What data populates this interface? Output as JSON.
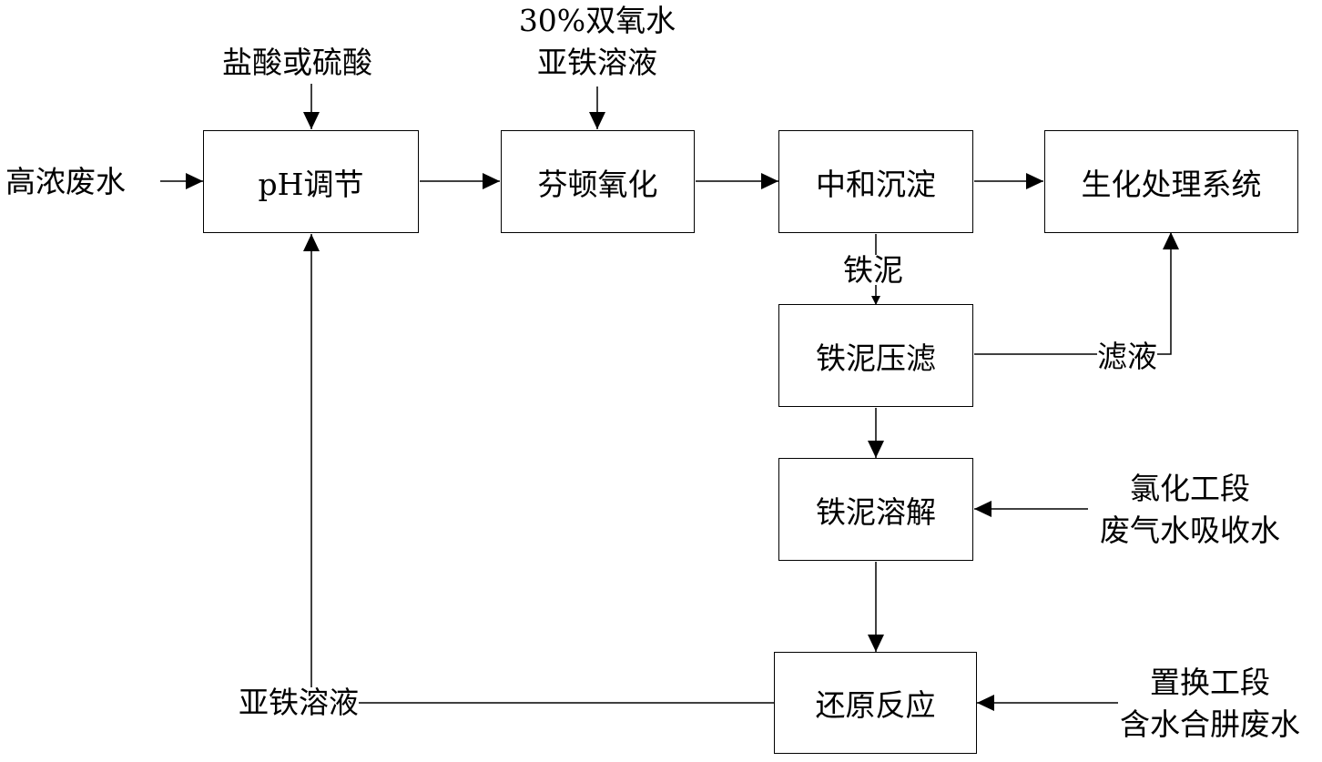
{
  "boxes": {
    "ph_adjust": "pH调节",
    "fenton": "芬顿氧化",
    "neutralize": "中和沉淀",
    "bio": "生化处理系统",
    "press": "铁泥压滤",
    "dissolve": "铁泥溶解",
    "reduce": "还原反应"
  },
  "labels": {
    "input_wastewater": "高浓废水",
    "acid": "盐酸或硫酸",
    "h2o2_line1": "30%双氧水",
    "h2o2_line2": "亚铁溶液",
    "iron_sludge": "铁泥",
    "filtrate": "滤液",
    "chlorination_line1": "氯化工段",
    "chlorination_line2": "废气水吸收水",
    "replacement_line1": "置换工段",
    "replacement_line2": "含水合肼废水",
    "ferrous_return": "亚铁溶液"
  }
}
